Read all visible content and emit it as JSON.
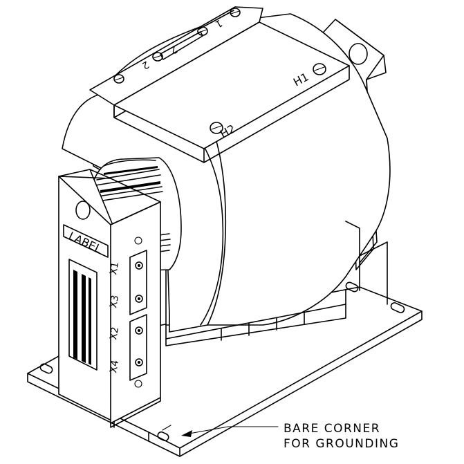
{
  "diagram": {
    "terminals": {
      "primary_h1": "H1",
      "primary_h2": "H2",
      "top_strip_1": "1",
      "top_strip_2": "2",
      "secondary_x1": "X1",
      "secondary_x2": "X2",
      "secondary_x3": "X3",
      "secondary_x4": "X4"
    },
    "nameplate_label": "LABEL",
    "callout": {
      "line1": "BARE CORNER",
      "line2": "FOR GROUNDING"
    }
  }
}
